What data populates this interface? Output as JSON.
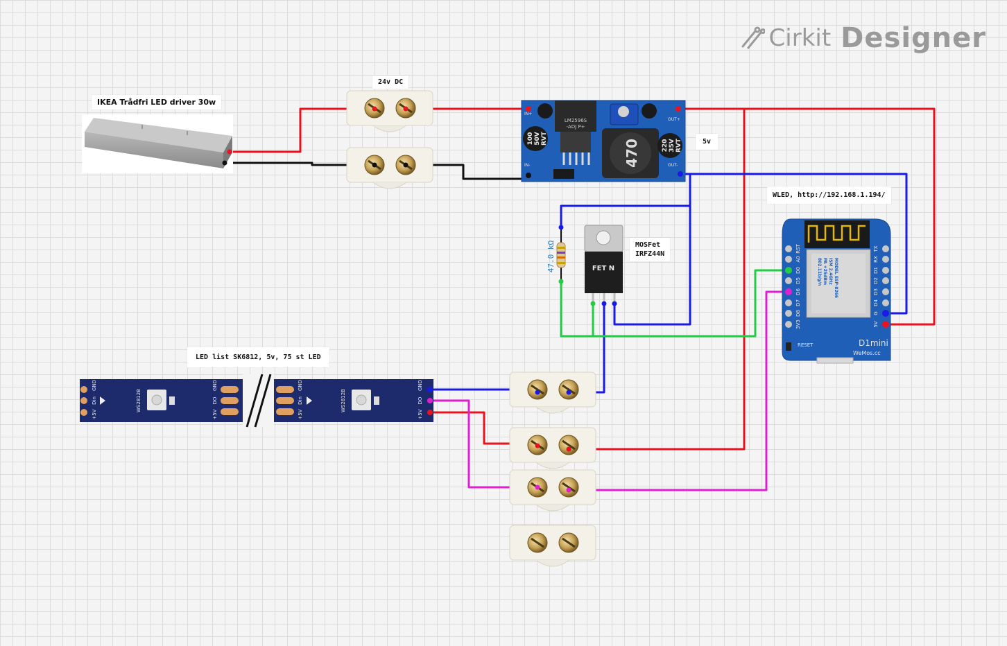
{
  "app": {
    "logo_brand": "Cirkit",
    "logo_product": "Designer"
  },
  "labels": {
    "driver": "IKEA Trådfri LED driver 30w",
    "dc_terminal": "24v DC",
    "buck_out": "5v",
    "mosfet": "MOSFet\nIRFZ44N",
    "wled": "WLED, http://192.168.1.194/",
    "strip": "LED list SK6812, 5v, 75 st LED"
  },
  "components": {
    "resistor": "47.0 kΩ",
    "mosfet_marking": "FET N",
    "buck_cap_left": [
      "100",
      "50V",
      "RVT"
    ],
    "buck_cap_right": [
      "220",
      "35V",
      "RVT"
    ],
    "buck_inductor": "470",
    "buck_ic": [
      "LM2596S",
      "-ADJ P+"
    ],
    "buck_pins": [
      "IN+",
      "IN-",
      "OUT+",
      "OUT-"
    ],
    "d1mini_left_pins": [
      "RST",
      "A0",
      "D0",
      "D5",
      "D6",
      "D7",
      "D8",
      "3V3"
    ],
    "d1mini_right_pins": [
      "TX",
      "RX",
      "D1",
      "D2",
      "D3",
      "D4",
      "G",
      "5V"
    ],
    "d1mini_model": [
      "MODEL ESP-8266",
      "ISM 2.4GHz",
      "PA +25dBm",
      "802.11b/g/n"
    ],
    "d1mini_reset": "RESET",
    "d1mini_name": "D1mini",
    "d1mini_site": "WeMos.cc",
    "strip_chip": "WS2812B",
    "strip_pins_left": [
      "GND",
      "Din",
      "+5V"
    ],
    "strip_pins_right": [
      "GND",
      "DO",
      "+5V"
    ]
  },
  "colors": {
    "red": "#e8131f",
    "black": "#111111",
    "blue": "#1a1ae6",
    "green": "#22cc44",
    "magenta": "#e020d0",
    "pcb_blue": "#1f5fb8",
    "strip_blue": "#1d2a6b"
  }
}
